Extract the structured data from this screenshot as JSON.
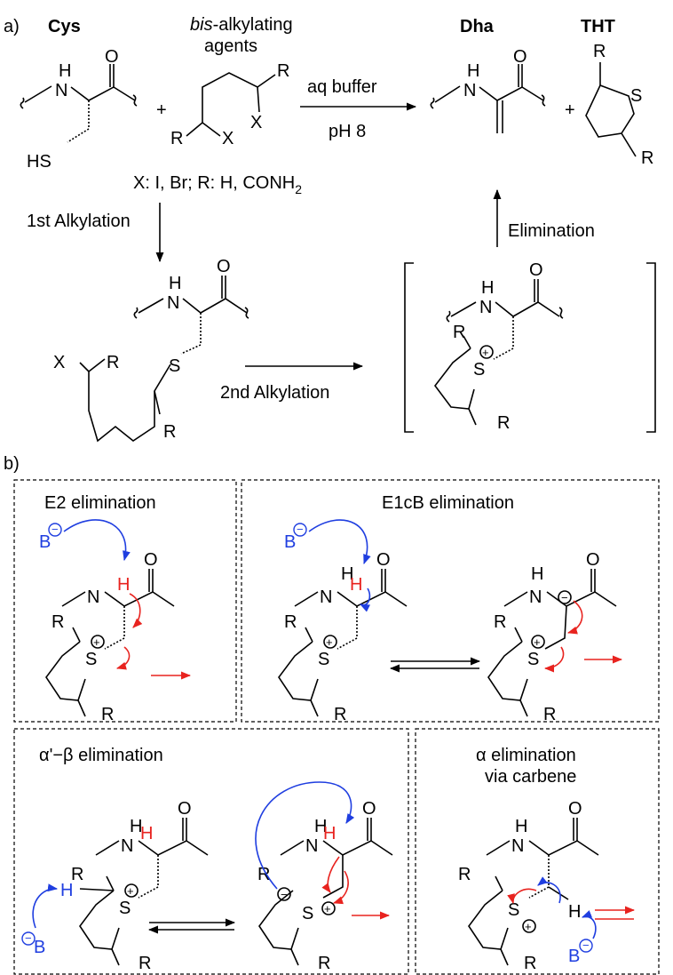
{
  "panel_a": {
    "label": "a)",
    "cys": "Cys",
    "bis_1": "bis",
    "bis_2": "-alkylating",
    "bis_3": "agents",
    "dha": "Dha",
    "tht": "THT",
    "reagent_above": "aq buffer",
    "reagent_below": "pH 8",
    "x_def_1": "X: I, Br; R: H, CONH",
    "x_def_sub": "2",
    "first_alkylation": "1st  Alkylation",
    "second_alkylation": "2nd Alkylation",
    "elimination": "Elimination",
    "atom_h": "H",
    "atom_n": "N",
    "atom_o": "O",
    "atom_s": "S",
    "atom_hs": "HS",
    "atom_r": "R",
    "atom_x": "X",
    "plus": "+",
    "charge_plus": "+",
    "charge_minus": "−"
  },
  "panel_b": {
    "label": "b)",
    "e2_title": "E2 elimination",
    "e1cb_title": "E1cB elimination",
    "ab_title": "α'−β elimination",
    "alpha_title_1": "α elimination",
    "alpha_title_2": "via carbene",
    "base": "B",
    "atom_h": "H"
  },
  "colors": {
    "blue": "#1f3ee0",
    "red": "#e8231f",
    "black": "#000000"
  }
}
